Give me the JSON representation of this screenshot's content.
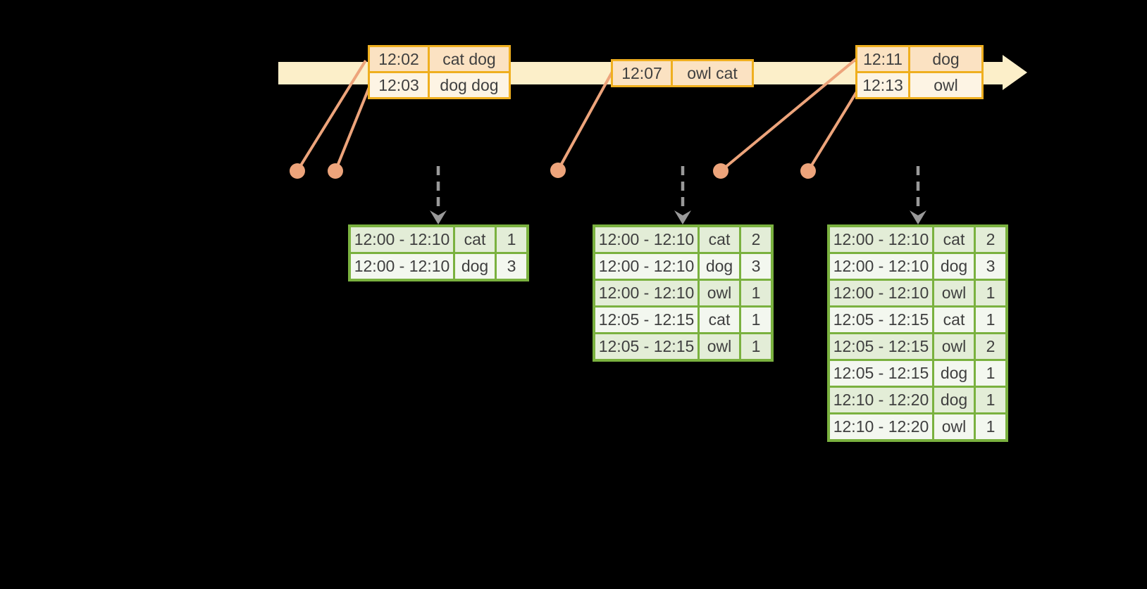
{
  "colors": {
    "background": "#000000",
    "timeline_fill": "#FCEFC9",
    "event_border": "#EFAF1F",
    "event_row_peach": "#FBE2C2",
    "event_row_cream": "#FDF4E4",
    "connector_salmon": "#EDA47B",
    "result_border": "#7AB13F",
    "result_row_dark": "#E3EDD7",
    "result_row_light": "#F3F7EF",
    "trigger_arrow_gray": "#999999",
    "text": "#3F3F3F"
  },
  "event_tables": [
    {
      "rows": [
        {
          "time": "12:02",
          "words": "cat dog",
          "shade": "peach"
        },
        {
          "time": "12:03",
          "words": "dog dog",
          "shade": "cream"
        }
      ]
    },
    {
      "rows": [
        {
          "time": "12:07",
          "words": "owl cat",
          "shade": "peach"
        }
      ]
    },
    {
      "rows": [
        {
          "time": "12:11",
          "words": "dog",
          "shade": "peach"
        },
        {
          "time": "12:13",
          "words": "owl",
          "shade": "cream"
        }
      ]
    }
  ],
  "result_tables": [
    {
      "rows": [
        {
          "window": "12:00 - 12:10",
          "word": "cat",
          "count": "1"
        },
        {
          "window": "12:00 - 12:10",
          "word": "dog",
          "count": "3"
        }
      ]
    },
    {
      "rows": [
        {
          "window": "12:00 - 12:10",
          "word": "cat",
          "count": "2"
        },
        {
          "window": "12:00 - 12:10",
          "word": "dog",
          "count": "3"
        },
        {
          "window": "12:00 - 12:10",
          "word": "owl",
          "count": "1"
        },
        {
          "window": "12:05 - 12:15",
          "word": "cat",
          "count": "1"
        },
        {
          "window": "12:05 - 12:15",
          "word": "owl",
          "count": "1"
        }
      ]
    },
    {
      "rows": [
        {
          "window": "12:00 - 12:10",
          "word": "cat",
          "count": "2"
        },
        {
          "window": "12:00 - 12:10",
          "word": "dog",
          "count": "3"
        },
        {
          "window": "12:00 - 12:10",
          "word": "owl",
          "count": "1"
        },
        {
          "window": "12:05 - 12:15",
          "word": "cat",
          "count": "1"
        },
        {
          "window": "12:05 - 12:15",
          "word": "owl",
          "count": "2"
        },
        {
          "window": "12:05 - 12:15",
          "word": "dog",
          "count": "1"
        },
        {
          "window": "12:10 - 12:20",
          "word": "dog",
          "count": "1"
        },
        {
          "window": "12:10 - 12:20",
          "word": "owl",
          "count": "1"
        }
      ]
    }
  ]
}
